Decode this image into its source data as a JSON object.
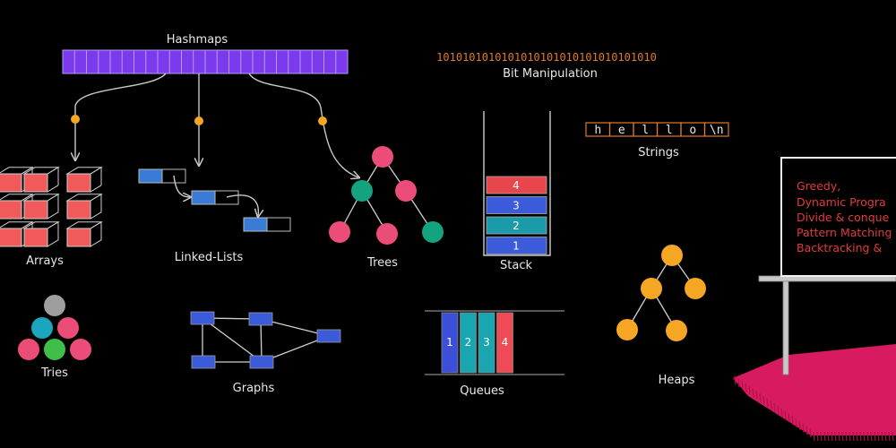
{
  "labels": {
    "hashmaps": "Hashmaps",
    "bit_manipulation": "Bit Manipulation",
    "strings": "Strings",
    "arrays": "Arrays",
    "linked_lists": "Linked-Lists",
    "trees": "Trees",
    "stack": "Stack",
    "tries": "Tries",
    "graphs": "Graphs",
    "queues": "Queues",
    "heaps": "Heaps"
  },
  "bits": "1010101010101010101010101010101010",
  "string_chars": [
    "h",
    "e",
    "l",
    "l",
    "o",
    "\\n"
  ],
  "stack_items": [
    "4",
    "3",
    "2",
    "1"
  ],
  "queue_items": [
    "1",
    "2",
    "3",
    "4"
  ],
  "board_lines": [
    "Greedy,",
    "Dynamic Progra",
    "Divide & conque",
    "Pattern Matching",
    "Backtracking &"
  ],
  "colors": {
    "background": "#000000",
    "hashmap": "#7c3aed",
    "array": "#f05a5a",
    "node_pink": "#ec4c78",
    "node_teal": "#14a37f",
    "node_orange": "#f5a623",
    "node_grey": "#9e9e9e",
    "node_green": "#3fbf4a",
    "node_cyan": "#1aa6bd",
    "node_purple": "#9b3fb5",
    "list_blue": "#3a7bd5",
    "graph_blue": "#3b5bdb",
    "stack_red": "#e8464d",
    "stack_blue": "#3b5bdb",
    "stack_teal": "#1b9aaa",
    "queue_blue": "#3b4fd8",
    "queue_teal": "#1aa6b0",
    "queue_red": "#ef4b57",
    "bits": "#e07b2a",
    "board_text": "#e23b3b",
    "carpet": "#d81b60",
    "connector_dot": "#f5a623"
  }
}
